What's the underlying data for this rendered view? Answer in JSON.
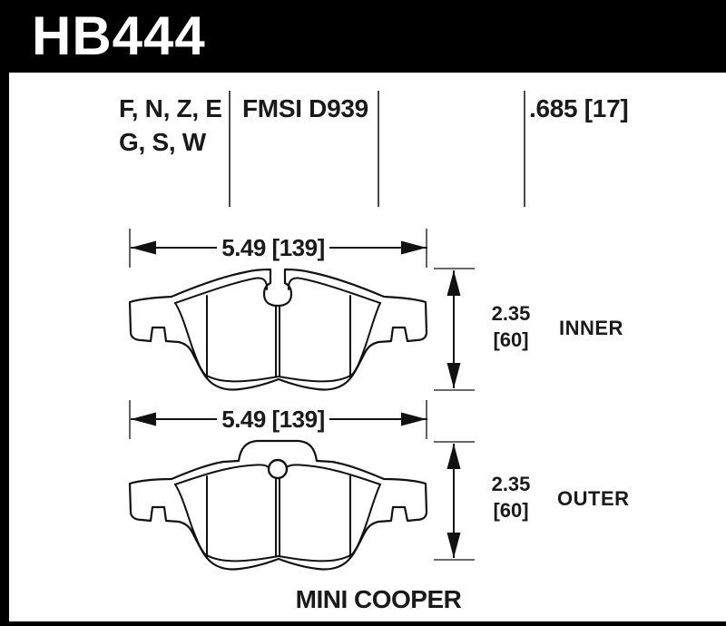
{
  "header": {
    "part_number": "HB444"
  },
  "spec": {
    "compound_codes_line1": "F, N, Z, E",
    "compound_codes_line2": "G, S, W",
    "fmsi": "FMSI D939",
    "thickness": ".685 [17]"
  },
  "dimensions": {
    "pad_width": "5.49 [139]",
    "pad_height_in": "2.35",
    "pad_height_mm": "[60]"
  },
  "pads": {
    "inner_label": "INNER",
    "outer_label": "OUTER"
  },
  "footer": {
    "vehicle": "MINI COOPER"
  },
  "colors": {
    "header_bg": "#000000",
    "header_text": "#ffffff",
    "ink": "#1a1a1a",
    "divider": "#4a4a4a"
  }
}
